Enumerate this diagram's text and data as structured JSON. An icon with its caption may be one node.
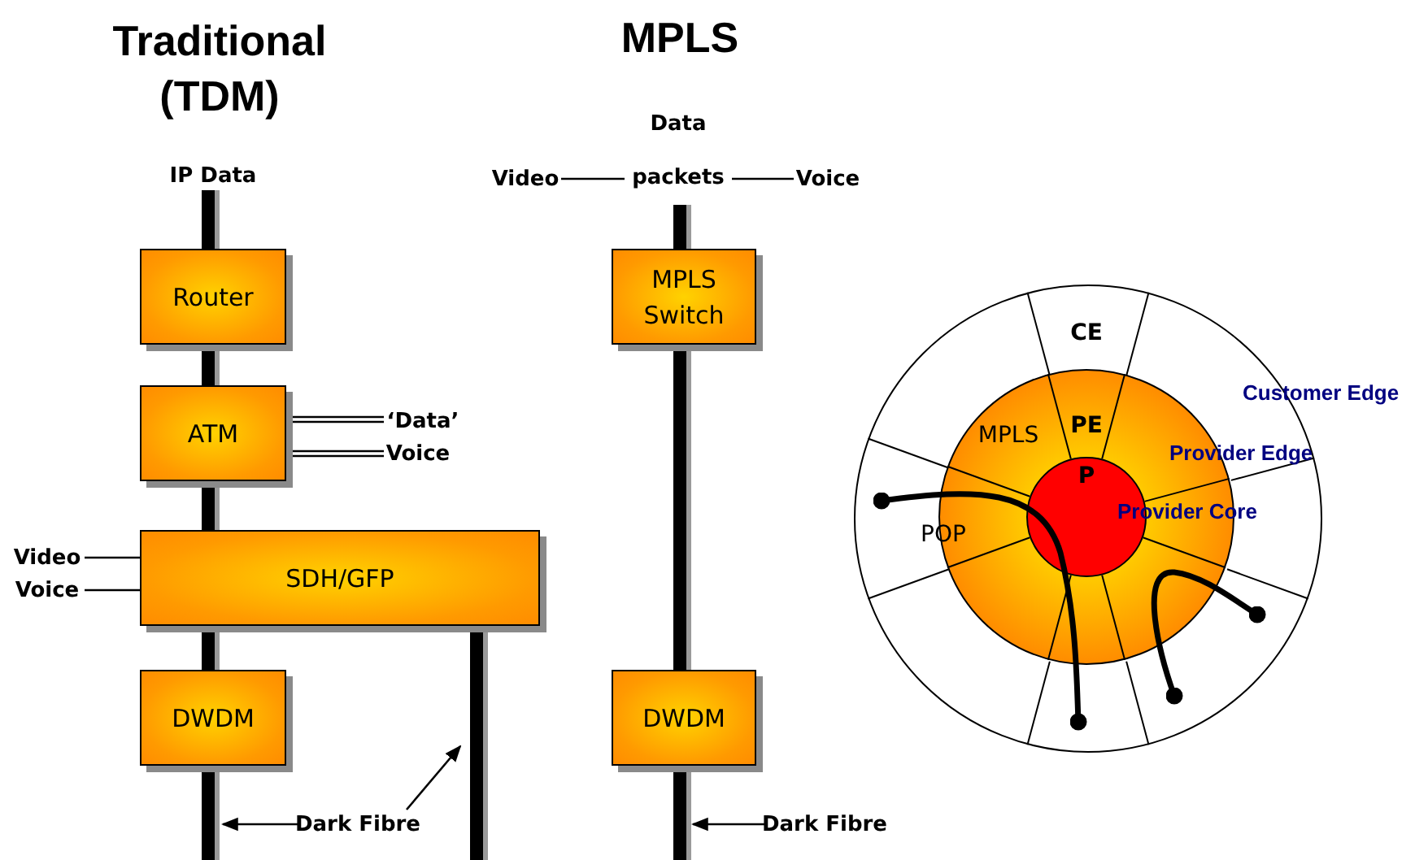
{
  "diagram": {
    "nodes": [
      {
        "text": [
          "IP Data"
        ]
      },
      {
        "text": [
          "Data packets"
        ]
      },
      {
        "text": [
          "Video"
        ]
      },
      {
        "text": [
          "Voice"
        ]
      },
      {
        "text": [
          "Router"
        ]
      },
      {
        "text": [
          "MPLS Switch"
        ]
      },
      {
        "text": [
          "ATM"
        ]
      },
      {
        "text": [
          "‘Data’"
        ]
      },
      {
        "text": [
          "Voice"
        ]
      },
      {
        "text": [
          "Video"
        ]
      },
      {
        "text": [
          "Voice"
        ]
      },
      {
        "text": [
          "SDH/GFP"
        ]
      },
      {
        "text": [
          "DWDM"
        ]
      },
      {
        "text": [
          "DWDM"
        ]
      },
      {
        "text": [
          "Dark Fibre"
        ]
      },
      {
        "text": [
          "Dark Fibre"
        ]
      },
      {
        "text": [
          "CE"
        ]
      },
      {
        "text": [
          "PE",
          "MPLS",
          "POP"
        ],
        "in": 16
      },
      {
        "text": [
          "P"
        ],
        "in": 17
      }
    ],
    "edges": [
      {
        "from": 0,
        "to": 4,
        "arrow": "none",
        "style": "thick"
      },
      {
        "from": 4,
        "to": 6,
        "arrow": "none",
        "style": "thick"
      },
      {
        "from": 6,
        "to": 11,
        "arrow": "none",
        "style": "thick"
      },
      {
        "from": 11,
        "to": 12,
        "arrow": "none",
        "style": "thick"
      },
      {
        "from": 12,
        "to": null,
        "arrow": "none",
        "style": "thick"
      },
      {
        "from": 11,
        "to": null,
        "arrow": "none",
        "style": "thick"
      },
      {
        "from": 1,
        "to": 5,
        "arrow": "none",
        "style": "thick"
      },
      {
        "from": 5,
        "to": 13,
        "arrow": "none",
        "style": "thick"
      },
      {
        "from": 13,
        "to": null,
        "arrow": "none",
        "style": "thick"
      },
      {
        "from": 2,
        "to": 1,
        "arrow": "none"
      },
      {
        "from": 1,
        "to": 3,
        "arrow": "none"
      },
      {
        "from": 6,
        "to": 7,
        "arrow": "none"
      },
      {
        "from": 6,
        "to": 8,
        "arrow": "none"
      },
      {
        "from": 9,
        "to": 11,
        "arrow": "none"
      },
      {
        "from": 10,
        "to": 11,
        "arrow": "none"
      },
      {
        "from": 14,
        "to": null,
        "arrow": "to"
      },
      {
        "from": 14,
        "to": null,
        "arrow": "to"
      },
      {
        "from": 15,
        "to": null,
        "arrow": "to"
      }
    ],
    "labels": [
      "Traditional (TDM)",
      "MPLS",
      "Customer Edge",
      "Provider Edge",
      "Provider Core"
    ]
  }
}
